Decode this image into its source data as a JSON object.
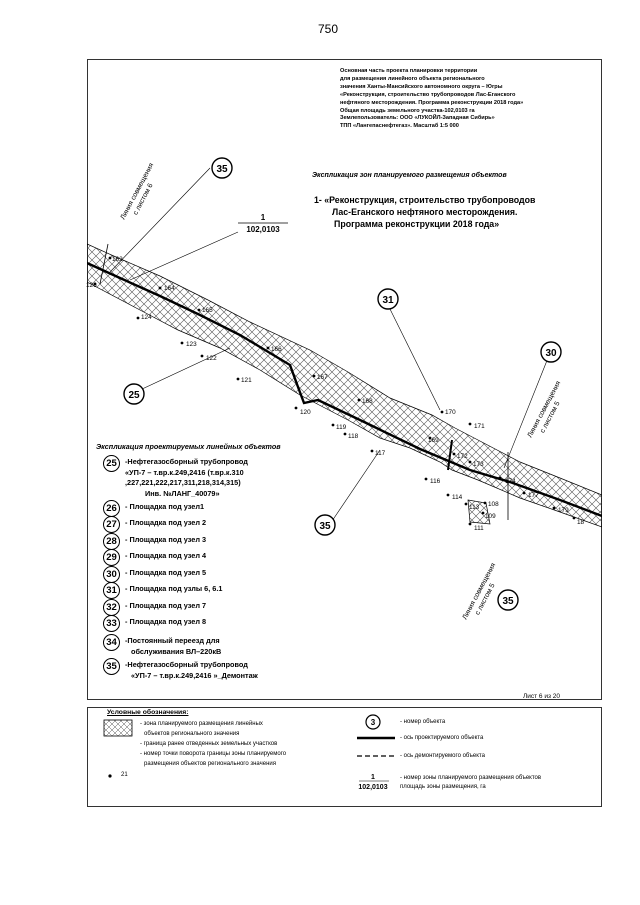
{
  "page_number": "750",
  "header": [
    "Основная часть проекта планировки территории",
    "для размещения линейного объекта регионального",
    "значения Ханты-Мансийского автономного округа – Югры",
    "«Реконструкция, строительство трубопроводов Лас-Еганского",
    "нефтяного месторождения. Программа реконструкции 2018 года»",
    "Общая площадь земельного участка-102,0103 га",
    "Землепользователь: ООО «ЛУКОЙЛ-Западная Сибирь»",
    "ТПП «Лангепаснефтегаз». Масштаб 1:5 000"
  ],
  "zones_explication_title": "Экспликация зон планируемого размещения объектов",
  "project_lines": [
    "1- «Реконструкция, строительство трубопроводов",
    "Лас-Еганского нефтяного месторождения.",
    "Программа реконструкции 2018 года»"
  ],
  "zone_label": {
    "number": "1",
    "area": "102,0103"
  },
  "combine_left": [
    "Линия совмещения",
    "с листом 6"
  ],
  "combine_right": [
    "Линия совмещения",
    "с листом 5"
  ],
  "combine_bottom": [
    "Линия совмещения",
    "с листом 5"
  ],
  "map_object_numbers": [
    "35",
    "31",
    "30",
    "25",
    "35",
    "35"
  ],
  "points": [
    "162",
    "126",
    "164",
    "124",
    "165",
    "123",
    "122",
    "166",
    "121",
    "167",
    "120",
    "168",
    "119",
    "118",
    "117",
    "170",
    "171",
    "169",
    "172",
    "173",
    "116",
    "174",
    "114",
    "177",
    "113",
    "108",
    "179",
    "111",
    "109",
    "18"
  ],
  "objects_title": "Экспликация проектируемых линейных объектов",
  "objects": [
    {
      "num": "25",
      "lines": [
        "-Нефтегазосборный трубопровод",
        "«УП-7 – т.вр.к.249,2416 (т.вр.к.310",
        ",227,221,222,217,311,218,314,315)",
        "Инв. №ЛАНГ_40079»"
      ]
    },
    {
      "num": "26",
      "lines": [
        "- Площадка под узел1"
      ]
    },
    {
      "num": "27",
      "lines": [
        "- Площадка под узел 2"
      ]
    },
    {
      "num": "28",
      "lines": [
        "- Площадка под узел 3"
      ]
    },
    {
      "num": "29",
      "lines": [
        "- Площадка под узел 4"
      ]
    },
    {
      "num": "30",
      "lines": [
        "- Площадка под узел 5"
      ]
    },
    {
      "num": "31",
      "lines": [
        "- Площадка под узлы 6, 6.1"
      ]
    },
    {
      "num": "32",
      "lines": [
        "- Площадка под узел 7"
      ]
    },
    {
      "num": "33",
      "lines": [
        "- Площадка под узел 8"
      ]
    },
    {
      "num": "34",
      "lines": [
        "-Постоянный переезд для",
        "обслуживания ВЛ–220кВ"
      ]
    },
    {
      "num": "35",
      "lines": [
        "-Нефтегазосборный трубопровод",
        "«УП-7 – т.вр.к.249,2416 »_Демонтаж"
      ]
    }
  ],
  "sheet": "Лист 6 из 20",
  "legend": {
    "title": "Условные обозначения:",
    "zone_line1": "- зона планируемого размещения линейных",
    "zone_line2": "объектов регионального значения",
    "boundary": "- граница ранее отведенных земельных участков",
    "point_line1": "- номер точки поворота границы зоны планируемого",
    "point_line2": "размещения объектов регионального значения",
    "point_example": "21",
    "object_sample": "3",
    "object_number": "- номер объекта",
    "axis_designed": "- ось проектируемого объекта",
    "axis_demolish": "- ось демонтируемого объекта",
    "zone_sample_num": "1",
    "zone_sample_area": "102,0103",
    "zone_number_line1": "- номер зоны планируемого размещения объектов",
    "zone_number_line2": "площадь зоны размещения, га"
  }
}
